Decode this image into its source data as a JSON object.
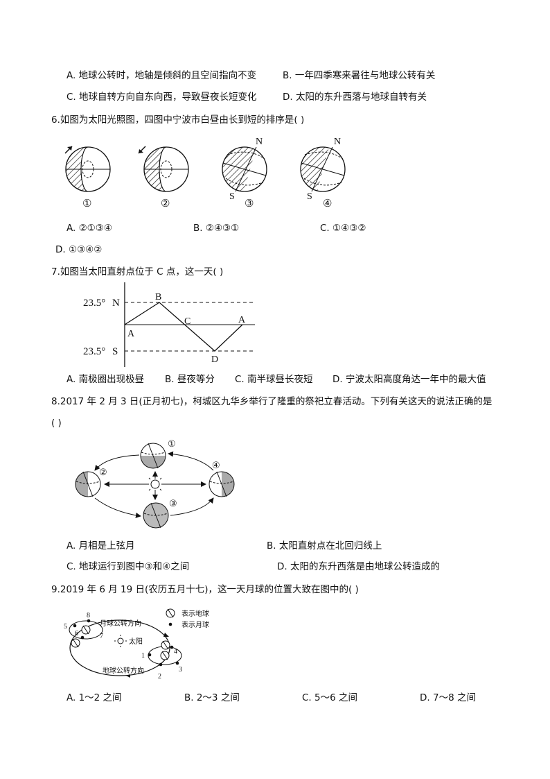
{
  "q5": {
    "options": {
      "A": "A. 地球公转时，地轴是倾斜的且空间指向不变",
      "B": "B. 一年四季寒来暑往与地球公转有关",
      "C": "C. 地球自转方向自东向西，导致昼夜长短变化",
      "D": "D. 太阳的东升西落与地球自转有关"
    }
  },
  "q6": {
    "stem": "6.如图为太阳光照图，四图中宁波市白昼由长到短的排序是(    )",
    "figure_labels": [
      "①",
      "②",
      "③",
      "④"
    ],
    "pole_N": "N",
    "pole_S": "S",
    "options": {
      "A": "A. ②①③④",
      "B": "B. ②④③①",
      "C": "C. ①④③②",
      "D": "D. ①③④②"
    }
  },
  "q7": {
    "stem": "7.如图当太阳直射点位于 C 点，这一天(    )",
    "figure": {
      "lat_top": "23.5°",
      "lat_bottom": "23.5°",
      "hemi_N": "N",
      "hemi_S": "S",
      "points": {
        "A1": "A",
        "B": "B",
        "C": "C",
        "A2": "A",
        "D": "D"
      }
    },
    "options": {
      "A": "A. 南极圈出现极昼",
      "B": "B. 昼夜等分",
      "C": "C. 南半球昼长夜短",
      "D": "D. 宁波太阳高度角达一年中的最大值"
    }
  },
  "q8": {
    "stem_line1": "8.2017 年 2 月 3 日(正月初七)，柯城区九华乡举行了隆重的祭祀立春活动。下列有关这天的说法正确的是",
    "stem_line2": "(    )",
    "figure_labels": [
      "①",
      "②",
      "③",
      "④"
    ],
    "options": {
      "A": "A. 月相是上弦月",
      "B": "B. 太阳直射点在北回归线上",
      "C": "C. 地球运行到图中③和④之间",
      "D": "D. 太阳的东升西落是由地球公转造成的"
    }
  },
  "q9": {
    "stem": "9.2019 年 6 月 19 日(农历五月十七)，这一天月球的位置大致在图中的(    )",
    "figure": {
      "legend_earth": "表示地球",
      "legend_moon": "表示月球",
      "moon_orbit_label": "月球公转方向",
      "earth_orbit_label": "地球公转方向",
      "sun_label": "太阳",
      "numbers": [
        "1",
        "2",
        "3",
        "4",
        "5",
        "6",
        "7",
        "8"
      ]
    },
    "options": {
      "A": "A. 1～2 之间",
      "B": "B. 2～3 之间",
      "C": "C. 5～6 之间",
      "D": "D. 7～8 之间"
    }
  }
}
